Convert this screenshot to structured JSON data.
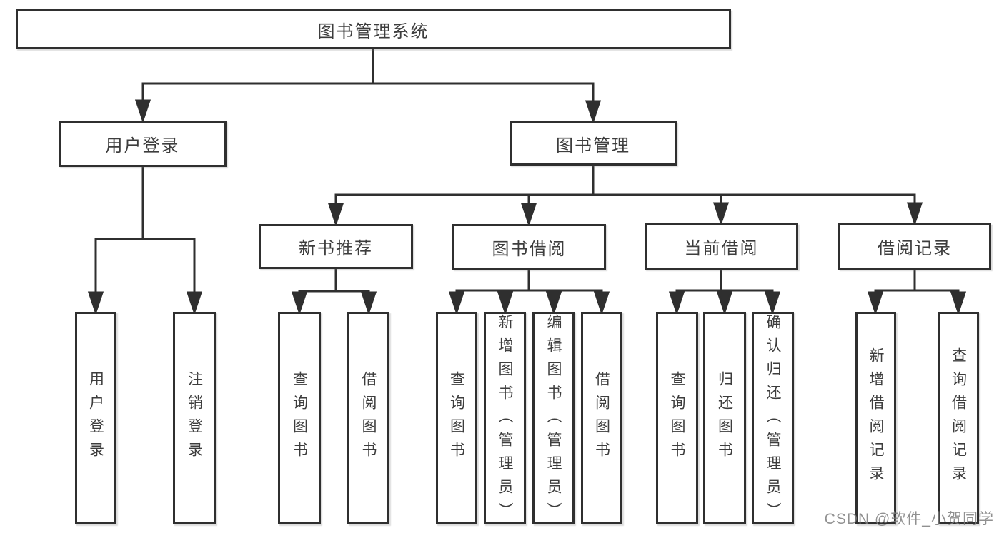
{
  "watermark": {
    "text": "CSDN @软件_小贺同学",
    "color": "#7d7d7d"
  },
  "diagram": {
    "colors": {
      "line": "#2f2f2f",
      "box_border": "#2f2f2f",
      "box_fill": "#ffffff",
      "text": "#3d3d3d",
      "background": "#ffffff"
    },
    "tree": {
      "label": "图书管理系统",
      "children": [
        {
          "label": "用户登录",
          "children": [
            {
              "label": "用户登录"
            },
            {
              "label": "注销登录"
            }
          ]
        },
        {
          "label": "图书管理",
          "children": [
            {
              "label": "新书推荐",
              "children": [
                {
                  "label": "查询图书"
                },
                {
                  "label": "借阅图书"
                }
              ]
            },
            {
              "label": "图书借阅",
              "children": [
                {
                  "label": "查询图书"
                },
                {
                  "label": "新增图书（管理员）"
                },
                {
                  "label": "编辑图书（管理员）"
                },
                {
                  "label": "借阅图书"
                }
              ]
            },
            {
              "label": "当前借阅",
              "children": [
                {
                  "label": "查询图书"
                },
                {
                  "label": "归还图书"
                },
                {
                  "label": "确认归还（管理员）"
                }
              ]
            },
            {
              "label": "借阅记录",
              "children": [
                {
                  "label": "新增借阅记录"
                },
                {
                  "label": "查询借阅记录"
                }
              ]
            }
          ]
        }
      ]
    }
  }
}
